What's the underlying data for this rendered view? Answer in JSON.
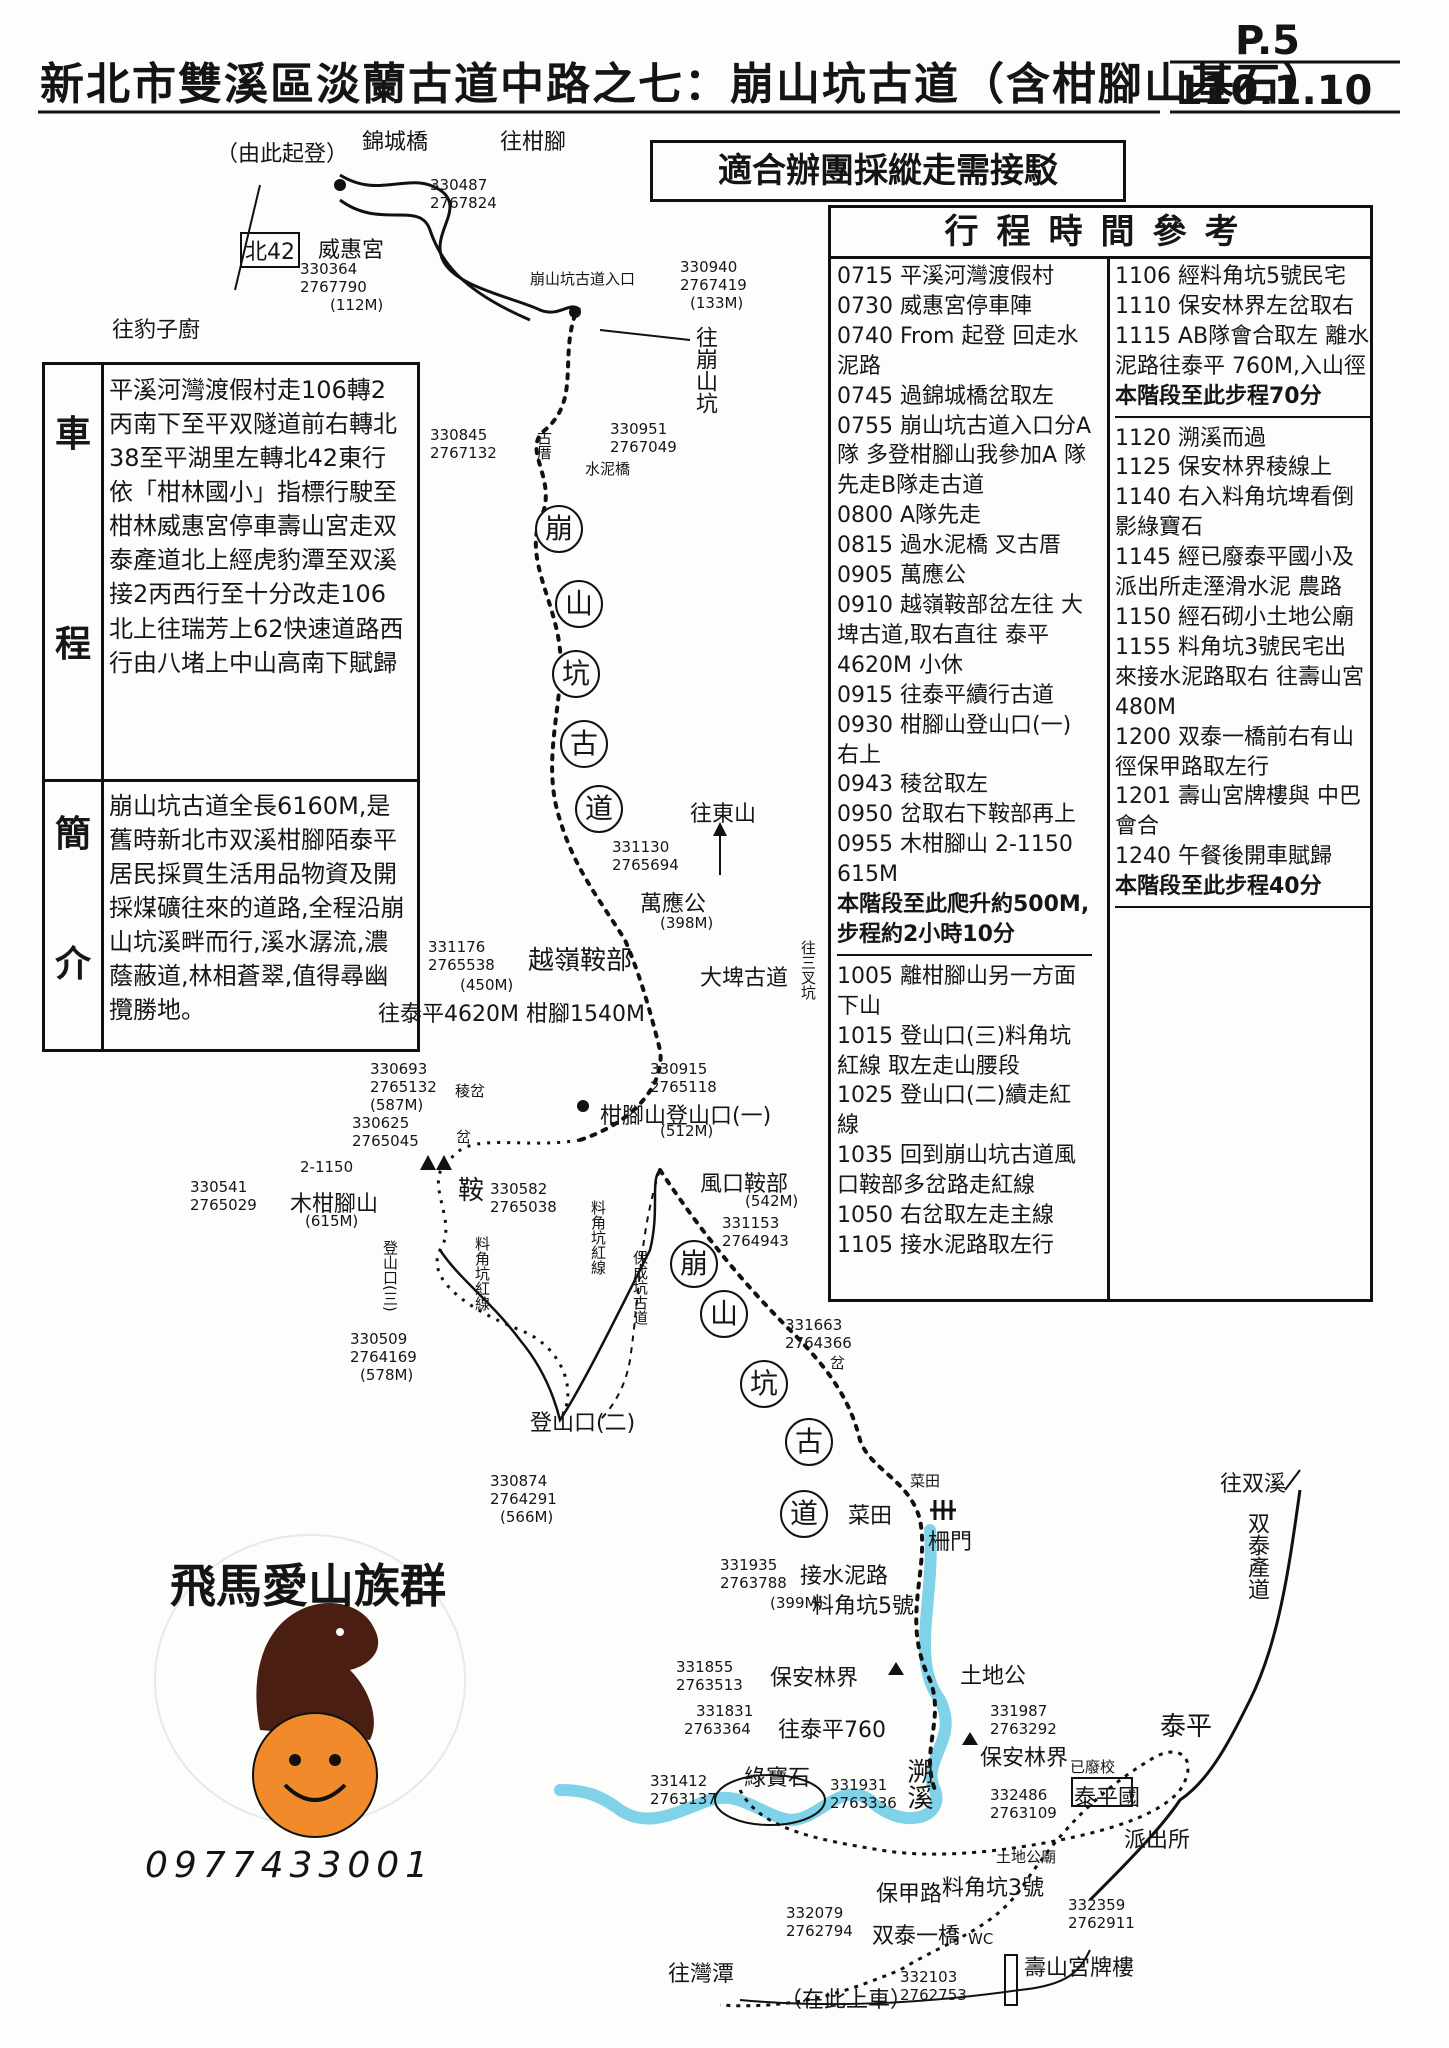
{
  "header": {
    "title": "新北市雙溪區淡蘭古道中路之七：崩山坑古道（含柑腳山基石）",
    "page_no": "P.5",
    "date": "110.1.10",
    "box_title": "適合辦團採縱走需接駁"
  },
  "schedule": {
    "title": "行程時間參考",
    "left": [
      "0715 平溪河灣渡假村",
      "0730 威惠宮停車陣",
      "0740 From 起登 回走水泥路",
      "0745 過錦城橋岔取左",
      "0755 崩山坑古道入口分A隊 多登柑腳山我參加A 隊先走B隊走古道",
      "0800 A隊先走",
      "0815 過水泥橋 叉古厝",
      "0905 萬應公",
      "0910 越嶺鞍部岔左往 大埤古道,取右直往 泰平4620M 小休",
      "0915 往泰平續行古道",
      "0930 柑腳山登山口(一)右上",
      "0943 稜岔取左",
      "0950 岔取右下鞍部再上",
      "0955 木柑腳山 2-1150 615M",
      "本階段至此爬升約500M, 步程約2小時10分",
      "1005 離柑腳山另一方面下山",
      "1015 登山口(三)料角坑紅線 取左走山腰段",
      "1025 登山口(二)續走紅線",
      "1035 回到崩山坑古道風 口鞍部多岔路走紅線",
      "1050 右岔取左走主線",
      "1105 接水泥路取左行"
    ],
    "right": [
      "1106 經料角坑5號民宅",
      "1110 保安林界左岔取右",
      "1115 AB隊會合取左 離水泥路往泰平 760M,入山徑",
      "本階段至此步程70分",
      "1120 溯溪而過",
      "1125 保安林界稜線上",
      "1140 右入料角坑埤看倒 影綠寶石",
      "1145 經已廢泰平國小及 派出所走溼滑水泥 農路",
      "1150 經石砌小土地公廟",
      "1155 料角坑3號民宅出 來接水泥路取右 往壽山宮480M",
      "1200 双泰一橋前右有山 徑保甲路取左行",
      "1201 壽山宮牌樓與 中巴會合",
      "1240 午餐後開車賦歸",
      "本階段至此步程40分"
    ]
  },
  "info": {
    "side_top": [
      "車",
      "程"
    ],
    "side_bottom": [
      "簡",
      "介"
    ],
    "route_text": "平溪河灣渡假村走106轉2丙南下至平双隧道前右轉北38至平湖里左轉北42東行依「柑林國小」指標行駛至柑林威惠宮停車壽山宮走双泰產道北上經虎豹潭至双溪接2丙西行至十分改走106北上往瑞芳上62快速道路西行由八堵上中山高南下賦歸",
    "intro_text": "崩山坑古道全長6160M,是舊時新北市双溪柑腳陌泰平居民採買生活用品物資及開採煤礦往來的道路,全程沿崩山坑溪畔而行,溪水潺流,濃蔭蔽道,林相蒼翠,值得尋幽攬勝地。"
  },
  "map": {
    "labels": {
      "start": "（由此起登）",
      "jincheng_bridge": "錦城橋",
      "to_ganjiao": "往柑腳",
      "coord_1": "330487",
      "coord_1b": "2767824",
      "beigi42": "北42",
      "weihui_temple": "威惠宮",
      "coord_2": "330364",
      "coord_2b": "2767790",
      "elev_2": "(112M)",
      "to_baozi": "往豹子廚",
      "entrance": "崩山坑古道入口",
      "coord_3": "330940",
      "coord_3b": "2767419",
      "elev_3": "(133M)",
      "to_bengshan": "往崩山坑",
      "coord_4": "330845",
      "coord_4b": "2767132",
      "old_house": "古厝",
      "coord_5": "330951",
      "coord_5b": "2767049",
      "cement_bridge": "水泥橋",
      "to_dongshan": "往東山",
      "coord_6": "331130",
      "coord_6b": "2765694",
      "wanying": "萬應公",
      "elev_6": "(398M)",
      "coord_7": "331176",
      "coord_7b": "2765538",
      "ridge_saddle": "越嶺鞍部",
      "elev_7": "(450M)",
      "to_taiping_dist": "往泰平4620M 柑腳1540M",
      "dapi_trail": "大埤古道",
      "to_sancha": "往三叉坑",
      "coord_8": "330693",
      "coord_8b": "2765132",
      "elev_8": "(587M)",
      "ridge_fork": "稜岔",
      "coord_9": "330625",
      "coord_9b": "2765045",
      "fork": "岔",
      "coord_10": "330915",
      "coord_10b": "2765118",
      "trailhead_1": "柑腳山登山口(一)",
      "elev_10": "(512M)",
      "benchmark": "2-1150",
      "coord_11": "330541",
      "coord_11b": "2765029",
      "ganjiao_peak": "木柑腳山",
      "elev_11": "(615M)",
      "saddle": "鞍",
      "coord_12": "330582",
      "coord_12b": "2765038",
      "wind_saddle": "風口鞍部",
      "elev_13": "(542M)",
      "coord_13": "331153",
      "coord_13b": "2764943",
      "trailhead_3": "登山口(三)",
      "liaojiao_red": "料角坑紅線",
      "liaojiao_red2": "料角坑紅線",
      "baocheng": "保成坑古道",
      "coord_14": "330509",
      "coord_14b": "2764169",
      "elev_14": "(578M)",
      "trailhead_2": "登山口(二)",
      "coord_15": "330874",
      "coord_15b": "2764291",
      "elev_15": "(566M)",
      "coord_16": "331663",
      "coord_16b": "2764366",
      "fork_2": "岔",
      "vegetable": "菜田",
      "vegetable_2": "菜田",
      "gate": "柵門",
      "coord_17": "331935",
      "coord_17b": "2763788",
      "cement_road": "接水泥路",
      "elev_17": "(399M)",
      "liaojiao5": "料角坑5號",
      "to_shuangxi": "往双溪",
      "shuangtai_road": "双泰產道",
      "coord_18": "331855",
      "coord_18b": "2763513",
      "forest_boundary": "保安林界",
      "earth_shrine": "土地公",
      "coord_19": "331831",
      "coord_19b": "2763364",
      "to_taiping760": "往泰平760",
      "coord_20": "331987",
      "coord_20b": "2763292",
      "forest_boundary_2": "保安林界",
      "taiping": "泰平",
      "closed_school": "已廢校",
      "taiping_school": "泰平國",
      "coord_21": "331412",
      "coord_21b": "2763137",
      "emerald": "綠寶石",
      "coord_22": "331931",
      "coord_22b": "2763336",
      "wade": "溯溪",
      "coord_23": "332486",
      "coord_23b": "2763109",
      "police": "派出所",
      "earth_shrine_2": "土地公廟",
      "liaojiao3": "料角坑3號",
      "baojia_road": "保甲路",
      "coord_24": "332359",
      "coord_24b": "2762911",
      "coord_25": "332079",
      "coord_25b": "2762794",
      "shuangtai_bridge": "双泰一橋",
      "wc": "WC",
      "to_wanwan": "往灣潭",
      "board_here": "（在此上車）",
      "coord_26": "332103",
      "coord_26b": "2762753",
      "shoushan_arch": "壽山宮牌樓"
    },
    "circle_trail_upper": [
      "崩",
      "山",
      "坑",
      "古",
      "道"
    ],
    "circle_trail_lower": [
      "崩",
      "山",
      "坑",
      "古",
      "道"
    ],
    "colors": {
      "river": "#7fd2e8",
      "logo_orange": "#f08a2a",
      "horse": "#4a1f12"
    }
  },
  "logo": {
    "name": "飛馬愛山族群",
    "phone": "0977433001"
  }
}
